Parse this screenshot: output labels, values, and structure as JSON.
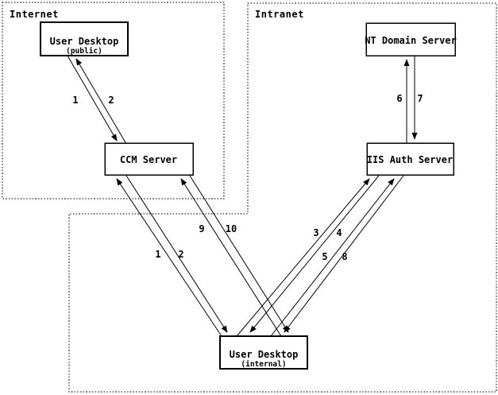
{
  "diagram": {
    "zones": {
      "internet": {
        "label": "Internet"
      },
      "intranet": {
        "label": "Intranet"
      }
    },
    "nodes": {
      "user_desktop_public": {
        "title": "User Desktop",
        "subtitle": "(public)",
        "zone": "Internet"
      },
      "ccm_server": {
        "title": "CCM Server",
        "zone": "Internet"
      },
      "nt_domain_server": {
        "title": "NT Domain Server",
        "zone": "Intranet"
      },
      "iis_auth_server": {
        "title": "IIS Auth Server",
        "zone": "Intranet"
      },
      "user_desktop_internal": {
        "title": "User Desktop",
        "subtitle": "(internal)",
        "zone": "Intranet"
      }
    },
    "connections": [
      {
        "label": "1",
        "from": "user_desktop_public",
        "to": "ccm_server"
      },
      {
        "label": "2",
        "from": "ccm_server",
        "to": "user_desktop_public"
      },
      {
        "label": "1",
        "from": "user_desktop_internal",
        "to": "ccm_server"
      },
      {
        "label": "2",
        "from": "ccm_server",
        "to": "user_desktop_internal"
      },
      {
        "label": "9",
        "from": "user_desktop_internal",
        "to": "ccm_server"
      },
      {
        "label": "10",
        "from": "ccm_server",
        "to": "user_desktop_internal"
      },
      {
        "label": "3",
        "from": "user_desktop_internal",
        "to": "iis_auth_server"
      },
      {
        "label": "4",
        "from": "iis_auth_server",
        "to": "user_desktop_internal"
      },
      {
        "label": "5",
        "from": "user_desktop_internal",
        "to": "iis_auth_server"
      },
      {
        "label": "8",
        "from": "iis_auth_server",
        "to": "user_desktop_internal"
      },
      {
        "label": "6",
        "from": "iis_auth_server",
        "to": "nt_domain_server"
      },
      {
        "label": "7",
        "from": "nt_domain_server",
        "to": "iis_auth_server"
      }
    ],
    "colors": {
      "line": "#000000",
      "background": "#ffffff"
    }
  }
}
